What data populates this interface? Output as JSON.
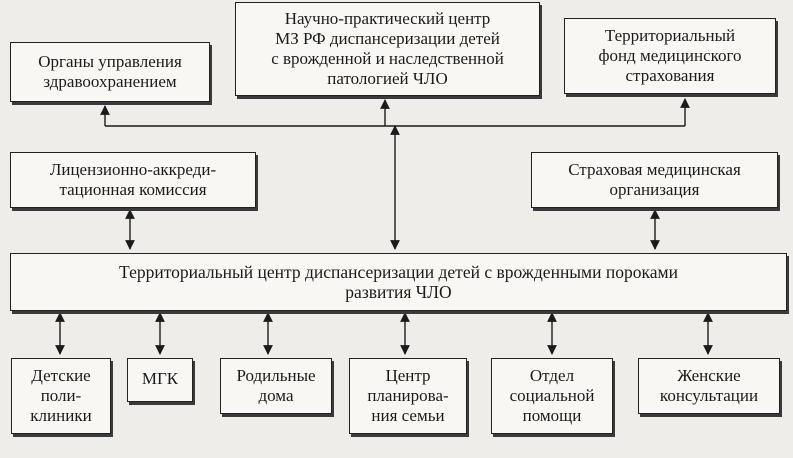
{
  "nodes": {
    "health_authorities": "Органы управления\nздравоохранением",
    "research_center": "Научно-практический центр\nМЗ РФ диспансеризации детей\nс врожденной и наследственной\nпатологией ЧЛО",
    "territorial_fund": "Территориальный\nфонд медицинского\nстрахования",
    "licensing_commission": "Лицензионно-аккреди-\nтационная комиссия",
    "insurance_org": "Страховая медицинская\nорганизация",
    "territorial_center": "Территориальный центр диспансеризации детей с врожденными пороками\nразвития ЧЛО",
    "children_polyclinics": "Детские\nполи-\nклиники",
    "mgk": "МГК",
    "maternity_homes": "Родильные\nдома",
    "family_planning": "Центр\nпланирова-\nния семьи",
    "social_help": "Отдел\nсоциальной\nпомощи",
    "womens_consultations": "Женские\nконсультации"
  }
}
